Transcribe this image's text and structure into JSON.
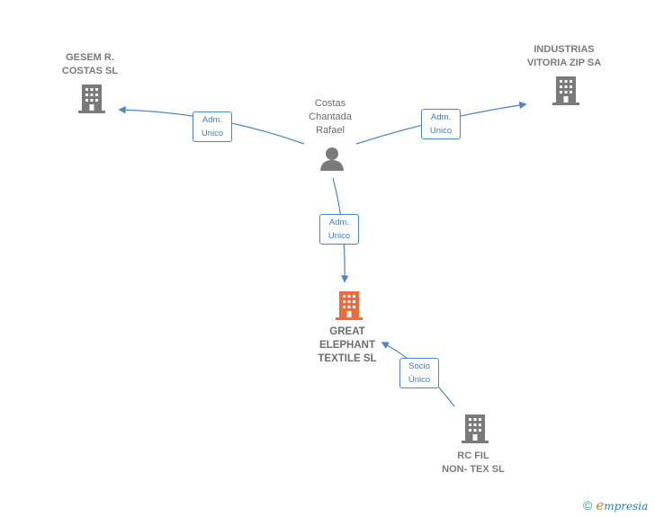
{
  "colors": {
    "edge": "#4a86c8",
    "building": "#7a7a7a",
    "building_main": "#f2693a",
    "person": "#7a7a7a"
  },
  "nodes": [
    {
      "id": "person",
      "label": "Costas\nChantada\nRafael",
      "icon": "person-icon"
    },
    {
      "id": "gesem",
      "label": "GESEM R.\nCOSTAS SL",
      "icon": "building-icon"
    },
    {
      "id": "industrias",
      "label": "INDUSTRIAS\nVITORIA ZIP SA",
      "icon": "building-icon"
    },
    {
      "id": "great",
      "label": "GREAT\nELEPHANT\nTEXTILE  SL",
      "icon": "building-icon"
    },
    {
      "id": "rcfil",
      "label": "RC FIL\nNON- TEX  SL",
      "icon": "building-icon"
    }
  ],
  "edges": [
    {
      "from": "person",
      "to": "gesem",
      "label": "Adm.\nUnico"
    },
    {
      "from": "person",
      "to": "industrias",
      "label": "Adm.\nUnico"
    },
    {
      "from": "person",
      "to": "great",
      "label": "Adm.\nUnico"
    },
    {
      "from": "rcfil",
      "to": "great",
      "label": "Socio\nÚnico"
    }
  ],
  "footer": {
    "copyright_symbol": "©",
    "brand_first": "e",
    "brand_rest": "mpresia"
  }
}
